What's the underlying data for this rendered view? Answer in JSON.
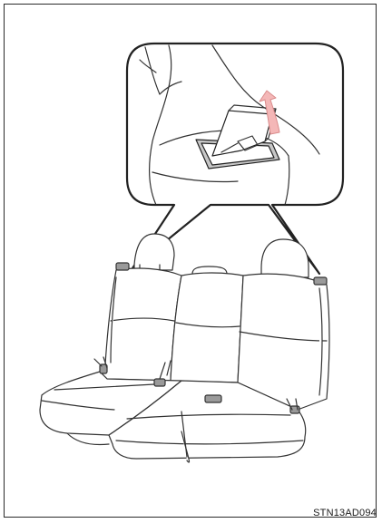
{
  "figure": {
    "code": "STN13AD094",
    "icons": {
      "callout": "magnified-seat-belt-buckle",
      "lift_arrow": "lift-up-arrow",
      "seat": "rear-bench-seat"
    },
    "colors": {
      "line": "#333333",
      "fill": "#ffffff",
      "arrow": "#f4b7b7",
      "arrow_stroke": "#d98b8b",
      "buckle_rim": "#c7c7c7"
    }
  }
}
